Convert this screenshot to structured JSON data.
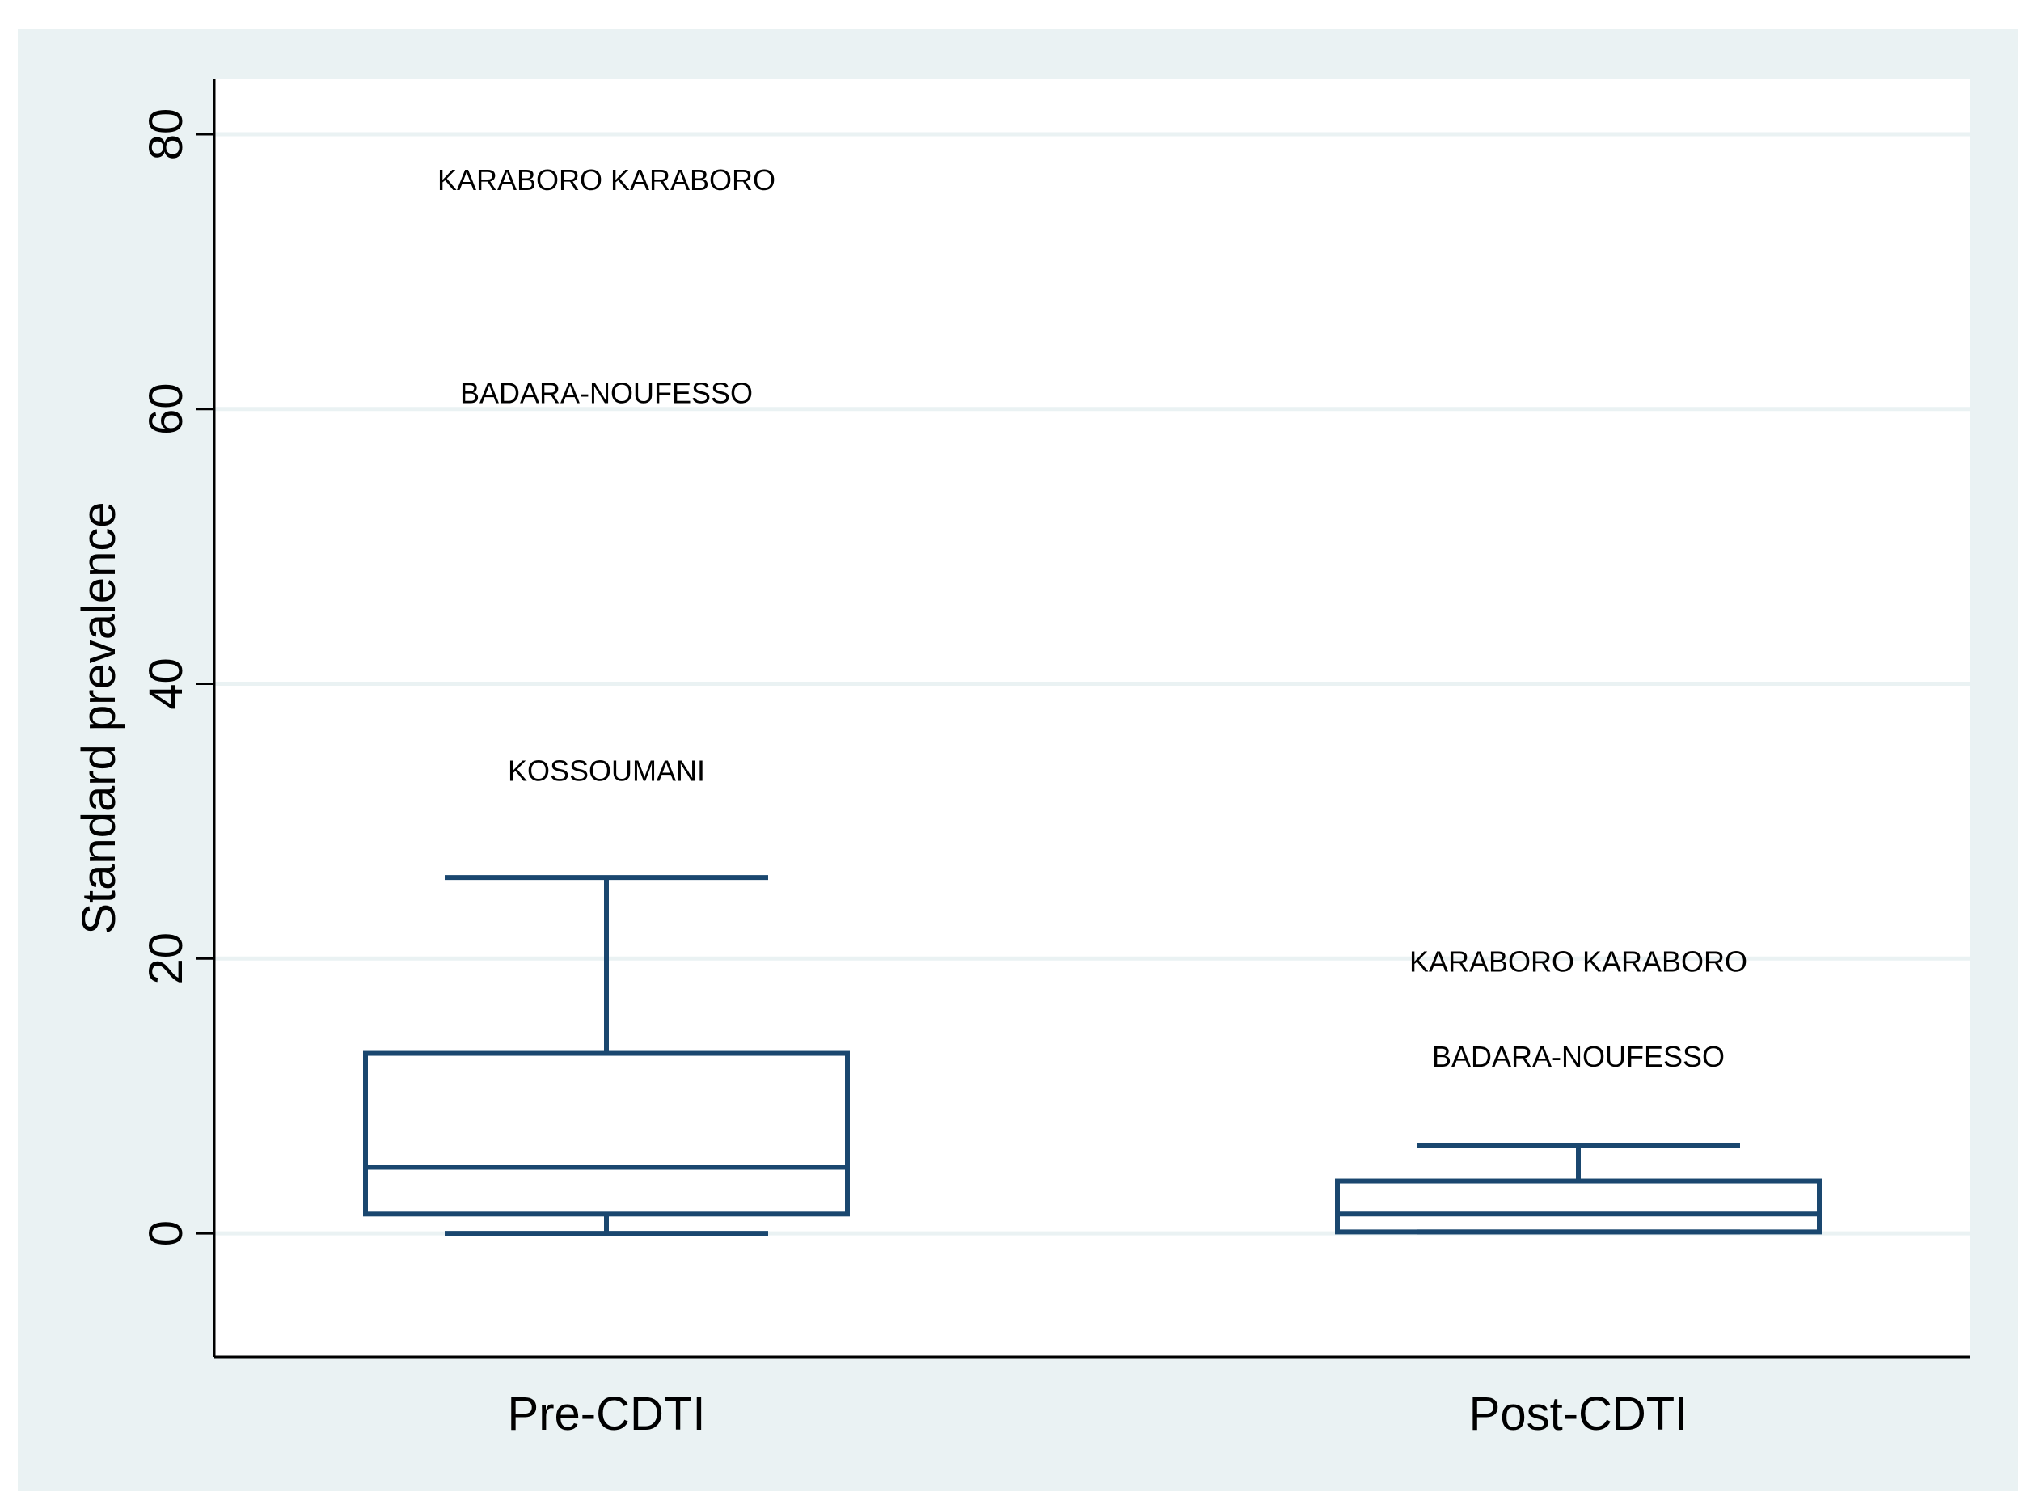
{
  "chart_data": {
    "type": "box",
    "title": "",
    "xlabel": "",
    "ylabel": "Standard prevalence",
    "ylim": [
      -9,
      84
    ],
    "yticks": [
      0,
      20,
      40,
      60,
      80
    ],
    "ytick_labels": [
      "0",
      "20",
      "40",
      "60",
      "80"
    ],
    "grid": true,
    "categories": [
      "Pre-CDTI",
      "Post-CDTI"
    ],
    "boxes": [
      {
        "category": "Pre-CDTI",
        "whisker_low": 0,
        "q1": 1.4,
        "median": 4.8,
        "q3": 13.1,
        "whisker_high": 25.9,
        "outliers": [
          {
            "label": "KOSSOUMANI",
            "value": 33.5
          },
          {
            "label": "BADARA-NOUFESSO",
            "value": 61
          },
          {
            "label": "KARABORO KARABORO",
            "value": 76.5
          }
        ]
      },
      {
        "category": "Post-CDTI",
        "whisker_low": 0.1,
        "q1": 0.1,
        "median": 1.4,
        "q3": 3.8,
        "whisker_high": 6.4,
        "outliers": [
          {
            "label": "BADARA-NOUFESSO",
            "value": 12.7
          },
          {
            "label": "KARABORO KARABORO",
            "value": 19.6
          }
        ]
      }
    ],
    "colors": {
      "outer_background": "#eaf2f3",
      "plot_background": "#ffffff",
      "gridline": "#eaf2f3",
      "box_stroke": "#1a476f",
      "axis": "#000000"
    }
  }
}
